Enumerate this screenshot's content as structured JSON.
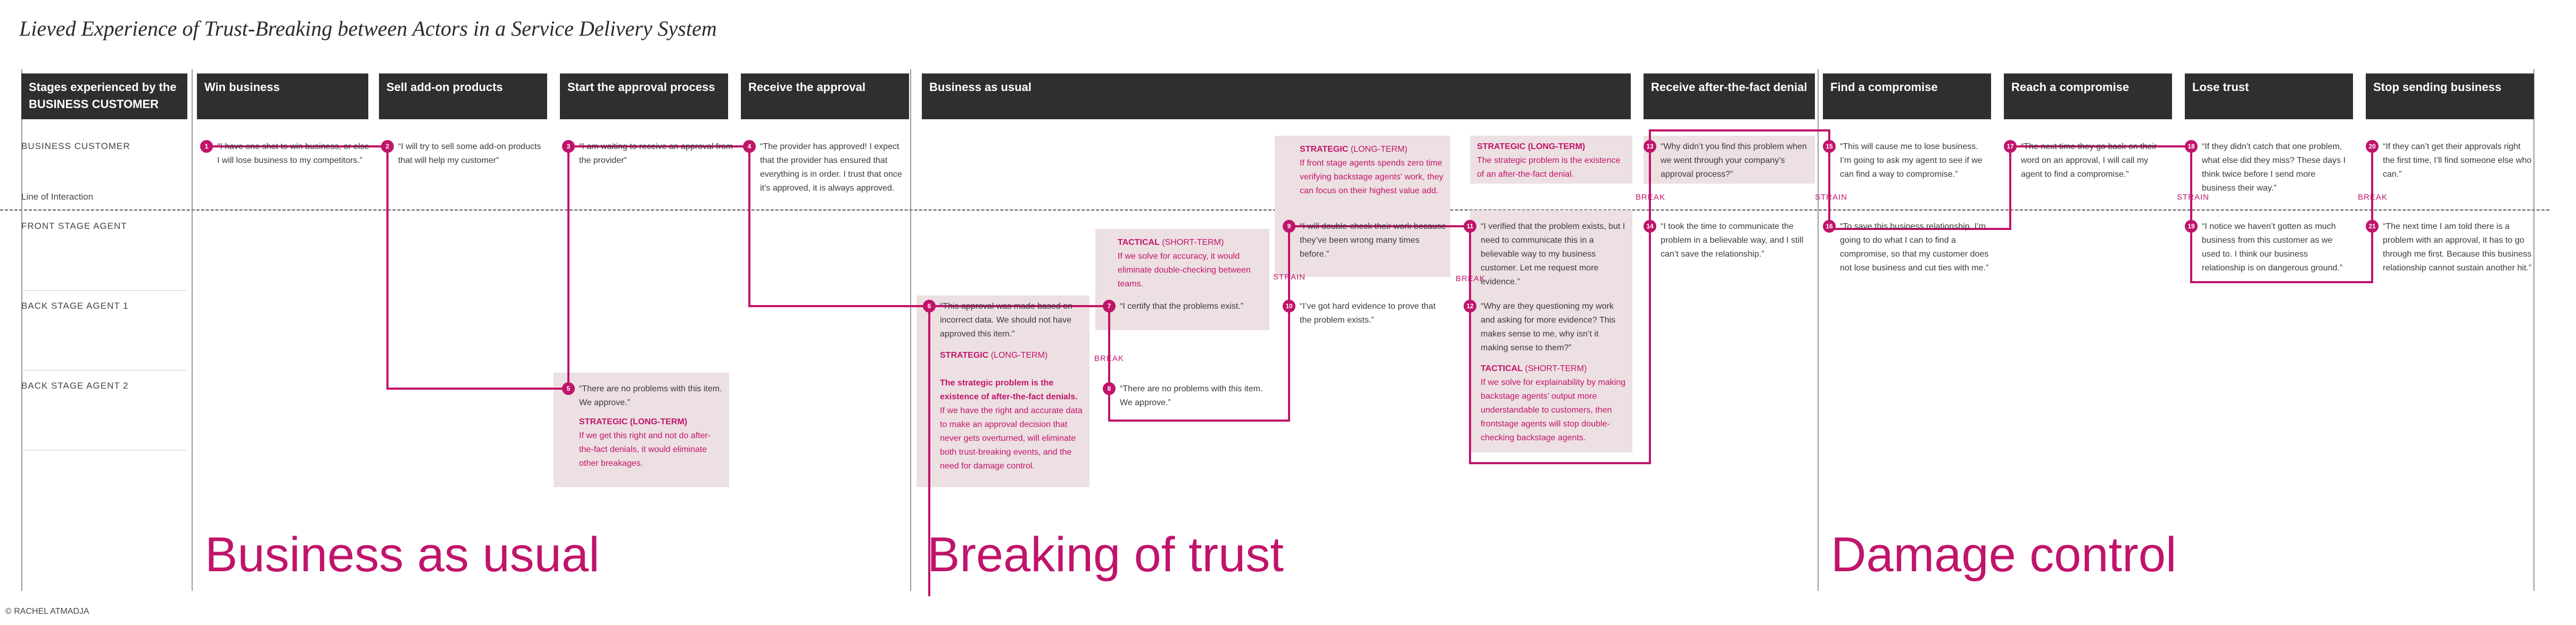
{
  "title": "Lieved Experience of Trust-Breaking between Actors in a Service Delivery System",
  "credit": "© RACHEL ATMADJA",
  "stages": [
    "Stages experienced by the BUSINESS CUSTOMER",
    "Win business",
    "Sell add-on products",
    "Start the approval process",
    "Receive the approval",
    "Business as usual",
    "Receive after-the-fact denial",
    "Find a compromise",
    "Reach a compromise",
    "Lose trust",
    "Stop sending business"
  ],
  "lanes": [
    "BUSINESS CUSTOMER",
    "Line of Interaction",
    "FRONT STAGE AGENT",
    "BACK STAGE AGENT 1",
    "BACK STAGE AGENT 2"
  ],
  "phases": [
    "Business as usual",
    "Breaking of trust",
    "Damage control"
  ],
  "tags": {
    "break": "BREAK",
    "strain": "STRAIN"
  },
  "cards": {
    "c1": "“I have one shot to win business, or else I will lose business to my competitors.”",
    "c2": "“I will try to sell some add-on products that will help my customer”",
    "c3": "“I am waiting to receive an approval from the provider”",
    "c4": "“The provider has approved! I expect that the provider has ensured that everything is in order. I trust that once it’s approved, it is always approved.",
    "c5": "“There are no problems with this item. We approve.”",
    "c6": "“This approval was made based on incorrect data. We should not have approved this item.”",
    "c7": "“I certify that the problems exist.”",
    "c8": "“There are no problems with this item. We approve.”",
    "c9": "“I will double-check their work because they’ve been wrong many times before.”",
    "c10": "“I’ve got hard evidence to prove that the problem exists.”",
    "c11": "“I verified that the problem exists, but I need to communicate this in a believable way to my business customer. Let me request more evidence.”",
    "c12": "“Why are they questioning my work and asking for more evidence? This makes sense to me, why isn’t it making sense to them?”",
    "c13": "“Why didn’t you find this problem when we went through your company’s approval process?”",
    "c14": "“I took the time to communicate the problem in a believable way, and I still can’t save the relationship.”",
    "c15": "“This will cause me to lose business. I’m going to ask my agent to see if we can find a way to compromise.”",
    "c16": "“To save this business relationship, I’m going to do what I can to find a compromise, so that my customer does not lose business and cut ties with me.”",
    "c17": "“The next time they go back on their word on an approval, I will call my agent to find a compromise.”",
    "c18": "“If they didn’t catch that one problem, what else did they miss? These days I think twice before I send more business their way.”",
    "c19": "“I notice we haven’t gotten as much business from this customer as we used to. I think our business relationship is on dangerous ground.”",
    "c20": "“If they can’t get their approvals right the first time, I’ll find someone else who can.”",
    "c21": "“The next time I am told there is a problem with an approval, it has to go through me first. Because this business relationship cannot sustain another hit.”"
  },
  "notes": {
    "strategic_label": "STRATEGIC",
    "tactical_label": "TACTICAL",
    "long_term": "(LONG-TERM)",
    "short_term": "(SHORT-TERM)",
    "n1": "If we get this right and not do after-the-fact denials, it would eliminate other breakages.",
    "n2a": "The strategic problem is the existence of after-the-fact denials.",
    "n2b": "If we have the right and accurate data to make an approval decision that never gets overturned, will eliminate both trust-breaking events, and the need for damage control.",
    "n3": "If we solve for accuracy, it would eliminate double-checking between teams.",
    "n4": "If front stage agents spends zero time verifying backstage agents’ work, they can focus on their highest value add.",
    "n5": "The strategic problem is the existence of an after-the-fact denial.",
    "n6": "If we solve for explainability by making backstage agents’ output more understandable to customers, then frontstage agents will stop double-checking backstage agents."
  },
  "colors": {
    "accent": "#c0146a",
    "note_bg": "#ede0e2",
    "header_bg": "#2f2f2f"
  }
}
